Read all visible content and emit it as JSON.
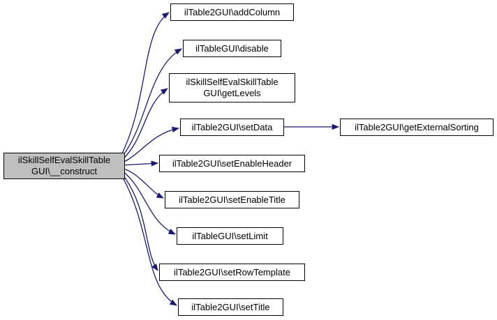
{
  "diagram": {
    "type": "call-graph",
    "edge_color": "#191970",
    "root_fill": "#bfbfbf",
    "node_fill": "#ffffff",
    "border_color": "#000000",
    "root": {
      "lines": [
        "ilSkillSelfEvalSkillTable",
        "GUI\\__construct"
      ]
    },
    "callees": [
      {
        "id": "addColumn",
        "label": "ilTable2GUI\\addColumn"
      },
      {
        "id": "disable",
        "label": "ilTableGUI\\disable"
      },
      {
        "id": "getLevels",
        "lines": [
          "ilSkillSelfEvalSkillTable",
          "GUI\\getLevels"
        ]
      },
      {
        "id": "setData",
        "label": "ilTable2GUI\\setData"
      },
      {
        "id": "setEnableHeader",
        "label": "ilTable2GUI\\setEnableHeader"
      },
      {
        "id": "setEnableTitle",
        "label": "ilTable2GUI\\setEnableTitle"
      },
      {
        "id": "setLimit",
        "label": "ilTableGUI\\setLimit"
      },
      {
        "id": "setRowTemplate",
        "label": "ilTable2GUI\\setRowTemplate"
      },
      {
        "id": "setTitle",
        "label": "ilTable2GUI\\setTitle"
      }
    ],
    "secondary": {
      "id": "getExternalSorting",
      "label": "ilTable2GUI\\getExternalSorting"
    }
  }
}
